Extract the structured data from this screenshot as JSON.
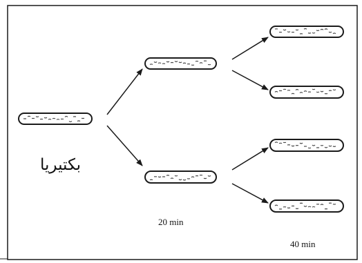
{
  "diagram": {
    "organism_label": "بكتيريا",
    "time_labels": [
      "20 min",
      "40 min"
    ],
    "generations": [
      {
        "generation": 0,
        "cells": 1
      },
      {
        "generation": 1,
        "cells": 2,
        "time": "20 min"
      },
      {
        "generation": 2,
        "cells": 4,
        "time": "40 min"
      }
    ],
    "colors": {
      "stroke": "#1a1a1a",
      "fill": "#ffffff",
      "texture": "#4a4a4a"
    }
  }
}
